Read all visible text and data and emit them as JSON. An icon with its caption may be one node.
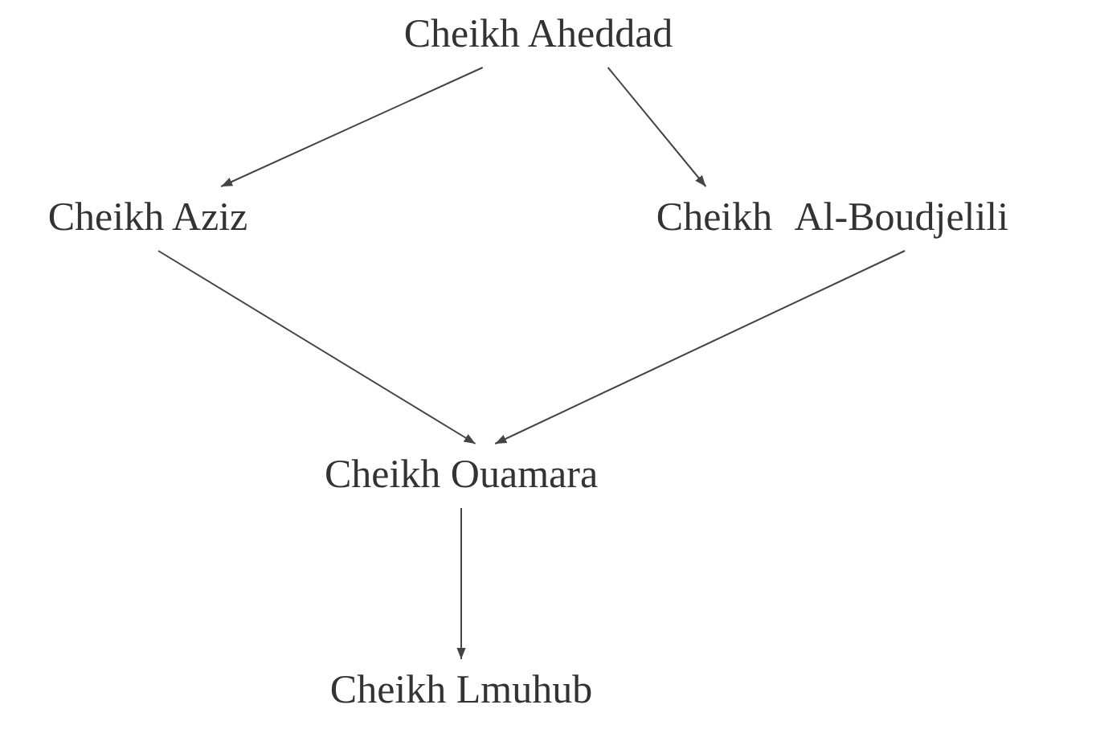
{
  "diagram": {
    "nodes": [
      {
        "text": [
          "Cheikh Aheddad"
        ]
      },
      {
        "text": [
          "Cheikh Aziz"
        ]
      },
      {
        "text": [
          "Cheikh Al-Boudjelili"
        ]
      },
      {
        "text": [
          "Cheikh Ouamara"
        ]
      },
      {
        "text": [
          "Cheikh Lmuhub"
        ]
      }
    ],
    "edges": [
      {
        "from": 0,
        "to": 1,
        "arrow": "to"
      },
      {
        "from": 0,
        "to": 2,
        "arrow": "to"
      },
      {
        "from": 1,
        "to": 3,
        "arrow": "to"
      },
      {
        "from": 2,
        "to": 3,
        "arrow": "to"
      },
      {
        "from": 3,
        "to": 4,
        "arrow": "to"
      }
    ]
  }
}
